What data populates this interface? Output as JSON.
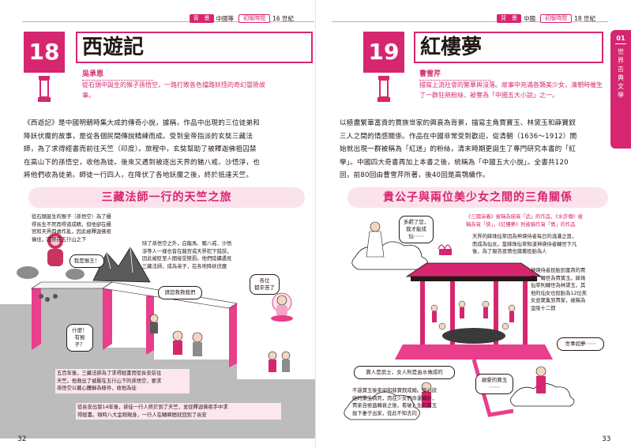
{
  "left": {
    "header": {
      "tag_bg": "背　景",
      "region": "中國等",
      "tag_time": "初版時間",
      "era": "16 世紀"
    },
    "number": "18",
    "title": "西遊記",
    "author": "吳承恩",
    "summary_lines": [
      "從石頭中誕生的猴子孫悟空，一路打敗各色擋路妖怪的奇幻冒險故",
      "事。"
    ],
    "body_lines": [
      "《西遊記》是中國明朝時集大成的傳奇小說，據稱，作品中出現的三位徒弟和",
      "降妖伏魔的故事，是從各個民間傳說精練而成。受到皇帝指派的玄奘三藏法",
      "師，為了求得經書而前往天竺（印度）。旅程中，玄奘幫助了被釋迦佛祖囚禁",
      "在高山下的孫悟空，收他為徒。後來又遇到被逐出天界的豬八戒、沙悟淨，也",
      "將他們收為徒弟。師徒一行四人，在降伏了各地妖魔之後，終於抵達天竺。"
    ],
    "banner": "三藏法師一行的天竺之旅",
    "note1_lines": [
      "從石頭誕生的猴子（孫悟空）為了擾",
      "得長生不死而得道成精，但他卻在擾",
      "宮和天界四處作亂，因此被釋迦佛祖",
      "擒住，囚禁在五行山之下"
    ],
    "bubble_monkey": "我是猴王！",
    "note2_lines": [
      "除了孫悟空之外，白龍馬、豬八戒、沙悟",
      "淨等人一樣也曾在龍宮或天界犯下錯誤，",
      "因此被貶至人間接受懲罰。他們陸續遇見",
      "三藏法師，成為弟子，在各地降妖伏魔"
    ],
    "bubble_save": "請您救救我們",
    "bubble_buddha_lines": [
      "各位",
      "都辛苦了"
    ],
    "bubble_what_lines": [
      "什麼！",
      "有猴子？"
    ],
    "note3_lines": [
      "五百年後，三藏法師為了求得經書而從長安前往",
      "天竺。他救出了被壓在五行山下的孫悟空，要求",
      "孫悟空以戴心體靜為條件，收他為徒"
    ],
    "note4_lines": [
      "從長安出發14年後，師徒一行人終於到了天竺，並從釋迦佛祖手中求",
      "得經書。頓時八大金剛現身，一行人在轉瞬間就回到了長安"
    ],
    "page_no": "32"
  },
  "right": {
    "header": {
      "tag_bg": "背　景",
      "region": "中國",
      "tag_time": "初版時間",
      "era": "18 世紀"
    },
    "number": "19",
    "title": "紅樓夢",
    "author": "曹雪芹",
    "summary_lines": [
      "描寫上流社會的繁華與沒落。故事中充滿各類美少女，清朝時催生",
      "了一群狂熱粉絲，被譽為「中國五大小說」之一。"
    ],
    "body_lines": [
      "以極盡繁華富貴的賈族世家的興衰為背景，描寫主角賈寶玉、林黛玉和薛寶釵",
      "三人之間的情感關係。作品在中國非常受到歡迎，從清朝（1636～1912）開",
      "始就出現一群被稱為「紅迷」的粉絲，清末時期更誕生了專門研究本書的「紅",
      "學」。中國四大奇書再加上本書之後，統稱為「中國五大小說」。全書共120",
      "回，前80回由曹雪芹所著，後40回是高鶚續作。"
    ],
    "banner": "貴公子與兩位美少女之間的三角關係",
    "bubble_fairy_lines": [
      "多虧了您，",
      "我才能成",
      "仙⋯⋯"
    ],
    "note1_lines": [
      "《三國演義》被稱為描寫「武」的作品，《水滸傳》被",
      "稱為寫「俠」，《紅樓夢》則被稱作寫「情」的作品"
    ],
    "note2_lines": [
      "天界的絳珠仙草因為神瑛侍者每日的澆灌之恩，",
      "而成為仙女。當絳珠仙草知道神瑛侍者轉世下凡",
      "後，為了報答恩情也隨著投胎為人"
    ],
    "note3_lines": [
      "神瑛侍者投胎到富貴的賈",
      "家，轉世為賈寶玉。絳珠",
      "仙草則轉世為林黛玉，其",
      "他的仙女也投胎為12位美",
      "女並聚集到賈家，被稱為",
      "金陵十二釵"
    ],
    "bubble_world": "世事如夢⋯⋯",
    "bubble_die": "寶人是武士，女人則是由水做成的",
    "bubble_baoyu_lines": [
      "親愛的寶玉",
      "⋯⋯"
    ],
    "note4_lines": [
      "不過寶玉後來卻和薛寶釵成婚。傷心欲",
      "絕的黛玉病死，而在少女們命運轉折，",
      "賈家自極盛轉衰之後，看破人生的寶玉",
      "拋下妻子出家，從此不知去向"
    ],
    "page_no": "33"
  },
  "side_tab": {
    "number": "01",
    "label": "世界古典文學"
  },
  "colors": {
    "accent": "#d6266f",
    "accent_light": "#fbe3ec",
    "text": "#231815"
  }
}
